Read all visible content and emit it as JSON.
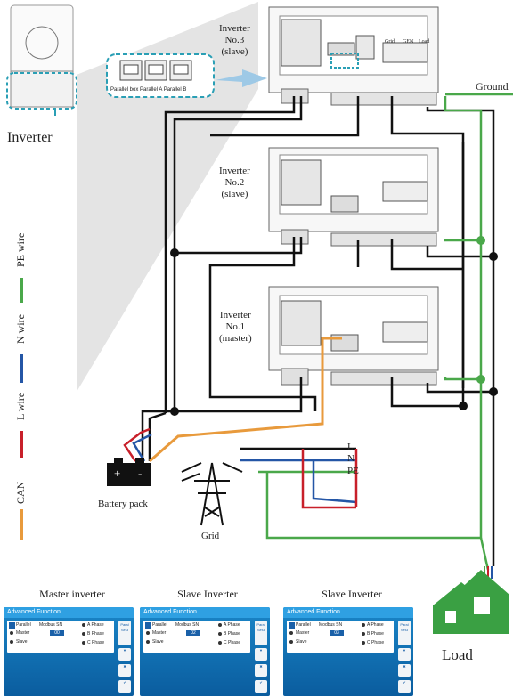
{
  "labels": {
    "inverter_thumb": "Inverter",
    "inverter3": [
      "Inverter",
      "No.3",
      "(slave)"
    ],
    "inverter2": [
      "Inverter",
      "No.2",
      "(slave)"
    ],
    "inverter1": [
      "Inverter",
      "No.1",
      "(master)"
    ],
    "ground": "Ground",
    "grid": "Grid",
    "battery": "Battery pack",
    "load": "Load",
    "battery_plus": "+",
    "battery_minus": "-",
    "grid_L": "L",
    "grid_N": "N",
    "grid_PE": "PE",
    "port_labels": "Parallel box  Parallel A  Parallel B",
    "terminal_labels": [
      "Grid",
      "GEN",
      "Load"
    ]
  },
  "legend": [
    {
      "label": "PE wire",
      "color": "#4aa84a"
    },
    {
      "label": "N wire",
      "color": "#2456a6"
    },
    {
      "label": "L wire",
      "color": "#c8202a"
    },
    {
      "label": "CAN",
      "color": "#e89a3c"
    }
  ],
  "screens": [
    {
      "title": "Master inverter",
      "header": "Advanced Function",
      "parallel": "Parallel",
      "master": "Master",
      "slave": "Slave",
      "modbus": "Modbus SN",
      "sn": "00",
      "a": "A Phase",
      "b": "B Phase",
      "c": "C Phase",
      "set": "Paral Set3"
    },
    {
      "title": "Slave Inverter",
      "header": "Advanced Function",
      "parallel": "Parallel",
      "master": "Master",
      "slave": "Slave",
      "modbus": "Modbus SN",
      "sn": "02",
      "a": "A Phase",
      "b": "B Phase",
      "c": "C Phase",
      "set": "Paral Set3"
    },
    {
      "title": "Slave Inverter",
      "header": "Advanced Function",
      "parallel": "Parallel",
      "master": "Master",
      "slave": "Slave",
      "modbus": "Modbus SN",
      "sn": "03",
      "a": "A Phase",
      "b": "B Phase",
      "c": "C Phase",
      "set": "Paral Set3"
    }
  ]
}
